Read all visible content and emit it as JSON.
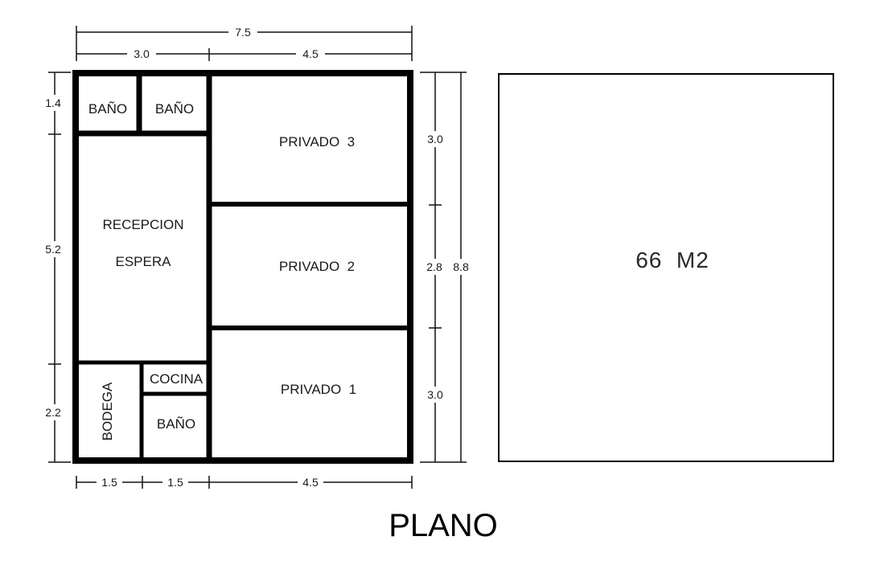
{
  "colors": {
    "wall": "#000000",
    "line": "#111111",
    "background": "#ffffff"
  },
  "floor_plan": {
    "rooms": {
      "bano_top_left": "BAÑO",
      "bano_top_right": "BAÑO",
      "privado_3": "PRIVADO  3",
      "recepcion": "RECEPCION",
      "espera": "ESPERA",
      "privado_2": "PRIVADO  2",
      "cocina": "COCINA",
      "bodega": "BODEGA",
      "bano_bottom": "BAÑO",
      "privado_1": "PRIVADO  1"
    },
    "dimensions": {
      "top_total": "7.5",
      "top_left": "3.0",
      "top_right": "4.5",
      "left_1": "1.4",
      "left_2": "5.2",
      "left_3": "2.2",
      "right_1": "3.0",
      "right_2": "2.8",
      "right_3": "3.0",
      "right_total": "8.8",
      "bottom_1": "1.5",
      "bottom_2": "1.5",
      "bottom_3": "4.5"
    }
  },
  "area_box": {
    "label": "66  M2"
  },
  "caption": "PLANO"
}
